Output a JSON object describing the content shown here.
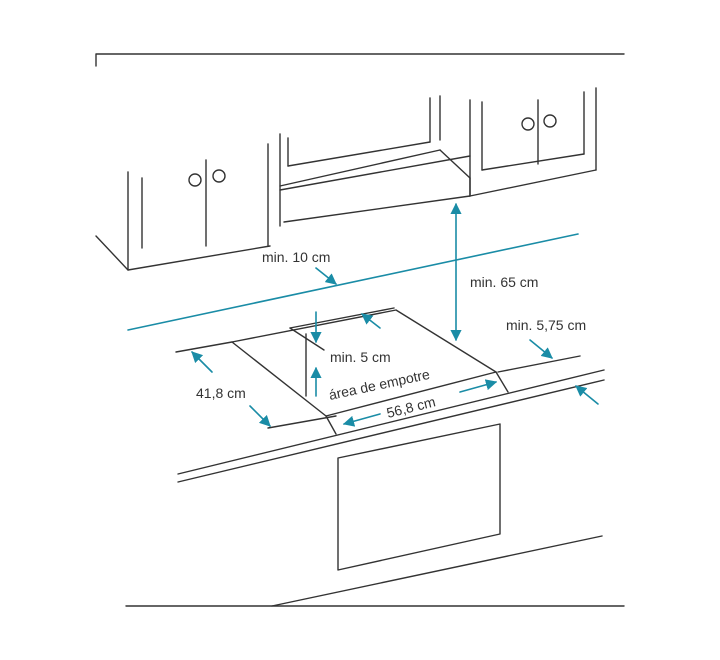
{
  "labels": {
    "min_10": "min. 10 cm",
    "min_65": "min. 65 cm",
    "min_575": "min. 5,75 cm",
    "min_5": "min. 5 cm",
    "depth": "41,8 cm",
    "cutout_area": "área de empotre",
    "width": "56,8 cm"
  },
  "colors": {
    "line": "#333333",
    "accent": "#1a8ca6"
  }
}
